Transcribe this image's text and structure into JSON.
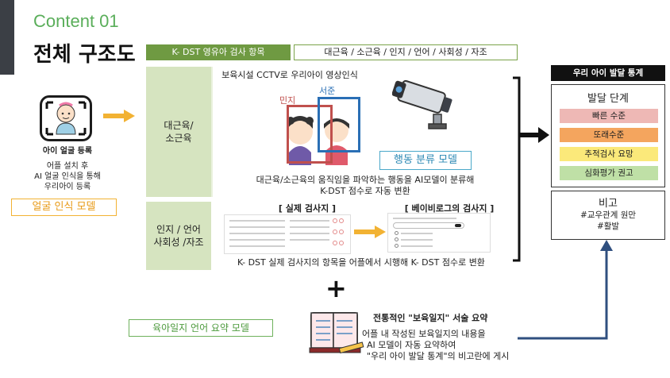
{
  "header": {
    "content_label": "Content 01",
    "title": "전체 구조도",
    "items_header": "K- DST 영유아 검사 항목",
    "items_list": "대근육 / 소근육 / 인지 / 언어 / 사회성 / 자조"
  },
  "left": {
    "face_caption_title": "아이 얼굴 등록",
    "face_caption_lines": [
      "어플 설치 후",
      "AI 얼굴 인식을 통해",
      "우리아이 등록"
    ],
    "face_model": "얼굴 인식 모델"
  },
  "rows": {
    "motor_label_1": "대근육/",
    "motor_label_2": "소근육",
    "cog_label_1": "인지 / 언어",
    "cog_label_2": "사회성 /자조"
  },
  "motor": {
    "cctv_text": "보육시설 CCTV로 우리아이 영상인식",
    "name_a": "민지",
    "name_b": "서준",
    "behavior_model": "행동 분류 모델",
    "desc_1": "대근육/소근육의 움직임을 파악하는 행동을 AI모델이 분류해",
    "desc_2": "K-DST 점수로 자동 변환"
  },
  "cognitive": {
    "real_sheet": "[ 실제 검사지 ]",
    "baby_sheet": "[ 베이비로그의 검사지 ]",
    "desc": "K- DST 실제 검사지의 항목을 어플에서 시행해  K- DST 점수로 변환"
  },
  "plus": "+",
  "diary": {
    "model": "육아일지 언어 요약 모델",
    "title": "전통적인 \"보육일지\" 서술 요약",
    "line_1": "어플 내 작성된 보육일지의 내용을",
    "line_2": "AI 모델이 자동 요약하여",
    "line_3": "\"우리 아이 발달 통계\"의 비고란에 게시"
  },
  "stats": {
    "title": "우리 아이 발달 통계",
    "stage_title": "발달 단계",
    "stages": [
      "빠른 수준",
      "또래수준",
      "추적검사 요망",
      "심화평가 권고"
    ],
    "note_title": "비고",
    "note_lines": [
      "#교우관계 원만",
      "#활발"
    ]
  },
  "colors": {
    "green": "#6f9a42",
    "light_green": "#d6e4c0",
    "orange": "#f2b233",
    "stage_fast": "#eeb8b5",
    "stage_peer": "#f4a55e",
    "stage_follow": "#fbe97a",
    "stage_deep": "#bfe0a6",
    "arrow_blue": "#2f4f7f"
  }
}
